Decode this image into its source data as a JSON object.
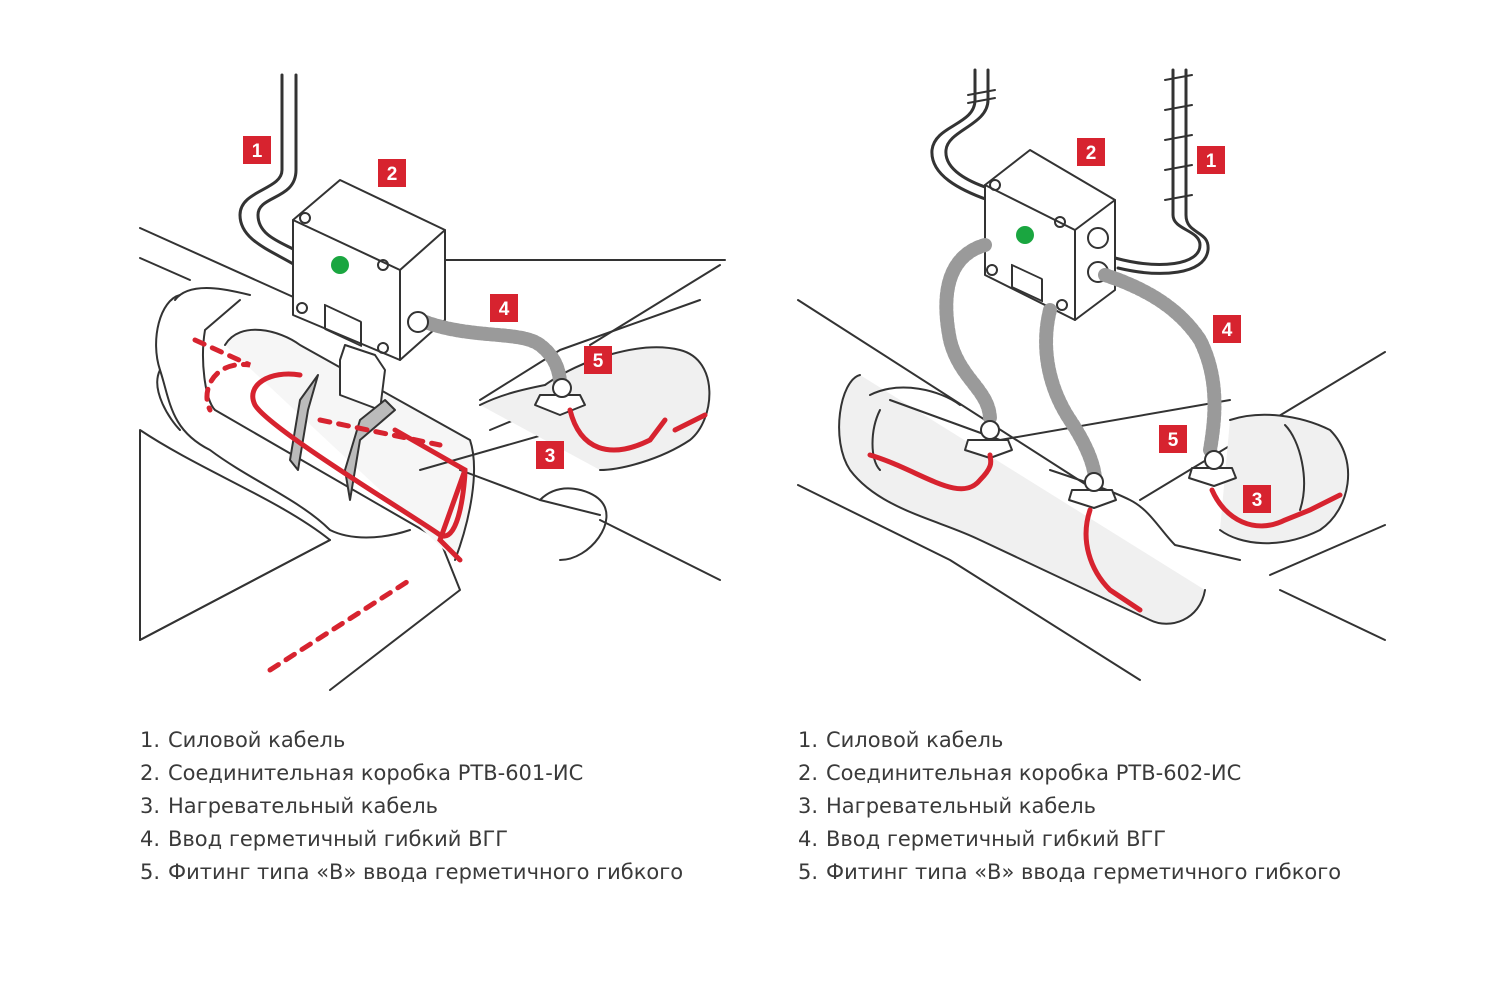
{
  "left_diagram": {
    "badges": [
      "1",
      "2",
      "3",
      "4",
      "5"
    ]
  },
  "right_diagram": {
    "badges": [
      "1",
      "2",
      "3",
      "4",
      "5"
    ]
  },
  "legend_left": [
    {
      "num": "1.",
      "text": "Силовой кабель"
    },
    {
      "num": "2.",
      "text": "Соединительная коробка РТВ-601-ИС"
    },
    {
      "num": "3.",
      "text": "Нагревательный кабель"
    },
    {
      "num": "4.",
      "text": "Ввод герметичный гибкий ВГГ"
    },
    {
      "num": "5.",
      "text": "Фитинг типа «В» ввода герметичного гибкого"
    }
  ],
  "legend_right": [
    {
      "num": "1.",
      "text": "Силовой кабель"
    },
    {
      "num": "2.",
      "text": "Соединительная коробка РТВ-602-ИС"
    },
    {
      "num": "3.",
      "text": "Нагревательный кабель"
    },
    {
      "num": "4.",
      "text": "Ввод герметичный гибкий ВГГ"
    },
    {
      "num": "5.",
      "text": "Фитинг типа «В» ввода герметичного гибкого"
    }
  ],
  "colors": {
    "accent_red": "#d7232f",
    "line": "#333333",
    "insulation": "#e6e6e6",
    "indicator_green": "#1aa640",
    "conduit": "#9a9a9a"
  }
}
